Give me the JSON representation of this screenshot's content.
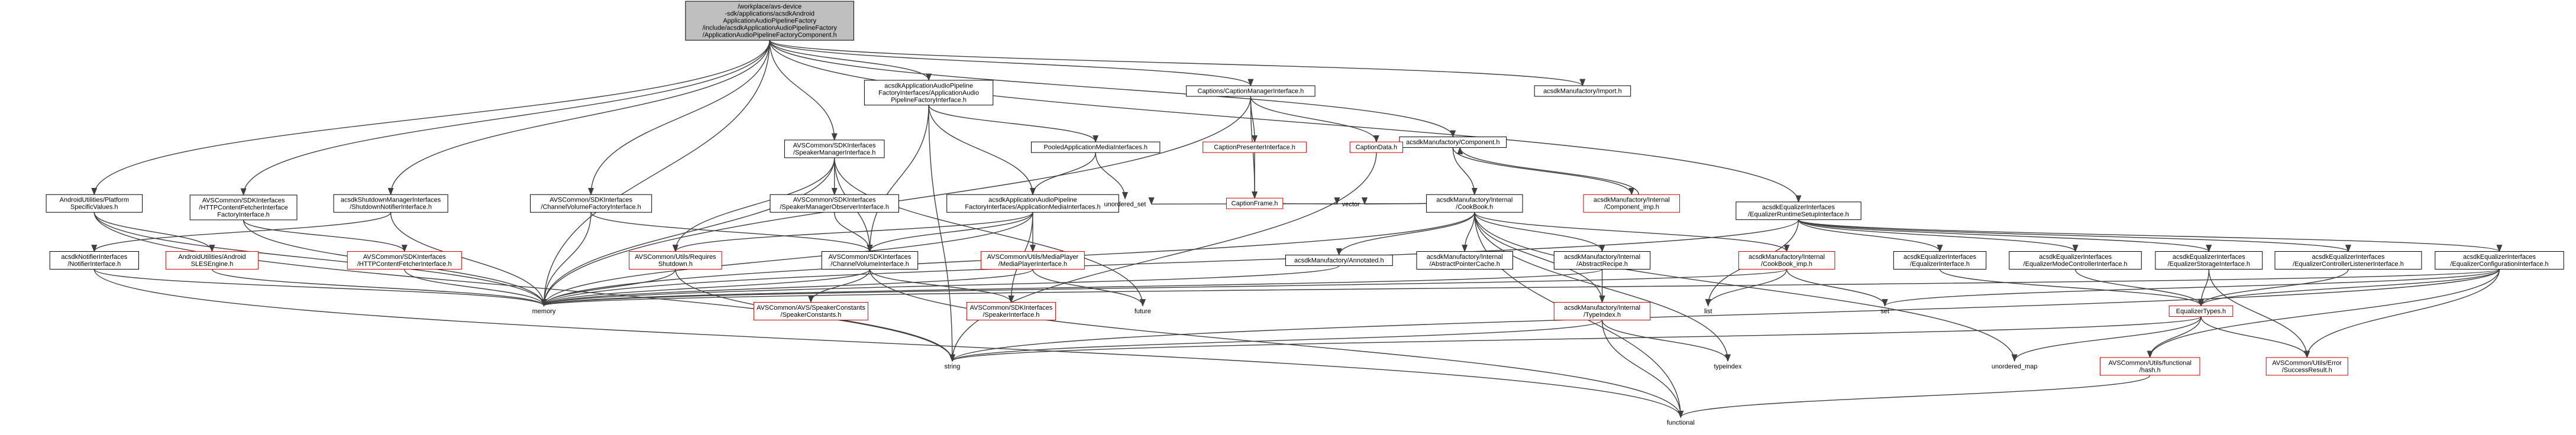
{
  "colors": {
    "edge": "#404040",
    "root_fill": "#bfbfbf",
    "red_border": "#cc0000",
    "black_border": "#000000"
  },
  "nodes": [
    {
      "id": "root",
      "kind": "root",
      "lines": [
        "/workplace/avs-device",
        "-sdk/applications/acsdkAndroid",
        "ApplicationAudioPipelineFactory",
        "/include/acsdkApplicationAudioPipelineFactory",
        "/ApplicationAudioPipelineFactoryComponent.h"
      ]
    },
    {
      "id": "pipeline",
      "kind": "plain",
      "lines": [
        "acsdkApplicationAudioPipeline",
        "FactoryInterfaces/ApplicationAudio",
        "PipelineFactoryInterface.h"
      ]
    },
    {
      "id": "caption_manager",
      "kind": "plain",
      "lines": [
        "Captions/CaptionManagerInterface.h"
      ]
    },
    {
      "id": "import",
      "kind": "plain",
      "lines": [
        "acsdkManufactory/Import.h"
      ]
    },
    {
      "id": "component",
      "kind": "plain",
      "lines": [
        "acsdkManufactory/Component.h"
      ]
    },
    {
      "id": "eq_runtime",
      "kind": "plain",
      "lines": [
        "acsdkEqualizerInterfaces",
        "/EqualizerRuntimeSetupInterface.h"
      ]
    },
    {
      "id": "platform",
      "kind": "plain",
      "lines": [
        "AndroidUtilities/Platform",
        "SpecificValues.h"
      ]
    },
    {
      "id": "http_factory",
      "kind": "plain",
      "lines": [
        "AVSCommon/SDKInterfaces",
        "/HTTPContentFetcherInterface",
        "FactoryInterface.h"
      ]
    },
    {
      "id": "shutdown_mgr",
      "kind": "plain",
      "lines": [
        "acsdkShutdownManagerInterfaces",
        "/ShutdownNotifierInterface.h"
      ]
    },
    {
      "id": "channel_factory",
      "kind": "plain",
      "lines": [
        "AVSCommon/SDKInterfaces",
        "/ChannelVolumeFactoryInterface.h"
      ]
    },
    {
      "id": "speaker_mgr",
      "kind": "plain",
      "lines": [
        "AVSCommon/SDKInterfaces",
        "/SpeakerManagerInterface.h"
      ]
    },
    {
      "id": "speaker_observer",
      "kind": "plain",
      "lines": [
        "AVSCommon/SDKInterfaces",
        "/SpeakerManagerObserverInterface.h"
      ]
    },
    {
      "id": "pooled",
      "kind": "plain",
      "lines": [
        "PooledApplicationMediaInterfaces.h"
      ]
    },
    {
      "id": "app_media",
      "kind": "plain",
      "lines": [
        "acsdkApplicationAudioPipeline",
        "FactoryInterfaces/ApplicationMediaInterfaces.h"
      ]
    },
    {
      "id": "caption_presenter",
      "kind": "red",
      "lines": [
        "CaptionPresenterInterface.h"
      ]
    },
    {
      "id": "caption_data",
      "kind": "red",
      "lines": [
        "CaptionData.h"
      ]
    },
    {
      "id": "caption_frame",
      "kind": "red",
      "lines": [
        "CaptionFrame.h"
      ]
    },
    {
      "id": "cookbook",
      "kind": "plain",
      "lines": [
        "acsdkManufactory/Internal",
        "/CookBook.h"
      ]
    },
    {
      "id": "component_imp",
      "kind": "red",
      "lines": [
        "acsdkManufactory/Internal",
        "/Component_imp.h"
      ]
    },
    {
      "id": "notifier",
      "kind": "plain",
      "lines": [
        "acsdkNotifierInterfaces",
        "/NotifierInterface.h"
      ]
    },
    {
      "id": "sles",
      "kind": "red",
      "lines": [
        "AndroidUtilities/Android",
        "SLESEngine.h"
      ]
    },
    {
      "id": "http_fetcher",
      "kind": "red",
      "lines": [
        "AVSCommon/SDKInterfaces",
        "/HTTPContentFetcherInterface.h"
      ]
    },
    {
      "id": "requires_shutdown",
      "kind": "red",
      "lines": [
        "AVSCommon/Utils/Requires",
        "Shutdown.h"
      ]
    },
    {
      "id": "channel_volume",
      "kind": "plain",
      "lines": [
        "AVSCommon/SDKInterfaces",
        "/ChannelVolumeInterface.h"
      ]
    },
    {
      "id": "media_player",
      "kind": "red",
      "lines": [
        "AVSCommon/Utils/MediaPlayer",
        "/MediaPlayerInterface.h"
      ]
    },
    {
      "id": "unordered_set",
      "kind": "bare",
      "lines": [
        "unordered_set"
      ]
    },
    {
      "id": "vector",
      "kind": "bare",
      "lines": [
        "vector"
      ]
    },
    {
      "id": "annotated",
      "kind": "plain",
      "lines": [
        "acsdkManufactory/Annotated.h"
      ]
    },
    {
      "id": "abstract_pointer_cache",
      "kind": "plain",
      "lines": [
        "acsdkManufactory/Internal",
        "/AbstractPointerCache.h"
      ]
    },
    {
      "id": "abstract_recipe",
      "kind": "plain",
      "lines": [
        "acsdkManufactory/Internal",
        "/AbstractRecipe.h"
      ]
    },
    {
      "id": "cookbook_imp",
      "kind": "red",
      "lines": [
        "acsdkManufactory/Internal",
        "/CookBook_imp.h"
      ]
    },
    {
      "id": "eq_interface",
      "kind": "plain",
      "lines": [
        "acsdkEqualizerInterfaces",
        "/EqualizerInterface.h"
      ]
    },
    {
      "id": "eq_mode",
      "kind": "plain",
      "lines": [
        "acsdkEqualizerInterfaces",
        "/EqualizerModeControllerInterface.h"
      ]
    },
    {
      "id": "eq_storage",
      "kind": "plain",
      "lines": [
        "acsdkEqualizerInterfaces",
        "/EqualizerStorageInterface.h"
      ]
    },
    {
      "id": "eq_listener",
      "kind": "plain",
      "lines": [
        "acsdkEqualizerInterfaces",
        "/EqualizerControllerListenerInterface.h"
      ]
    },
    {
      "id": "eq_config",
      "kind": "plain",
      "lines": [
        "acsdkEqualizerInterfaces",
        "/EqualizerConfigurationInterface.h"
      ]
    },
    {
      "id": "memory",
      "kind": "bare",
      "lines": [
        "memory"
      ]
    },
    {
      "id": "speaker_constants",
      "kind": "red",
      "lines": [
        "AVSCommon/AVS/SpeakerConstants",
        "/SpeakerConstants.h"
      ]
    },
    {
      "id": "speaker_interface",
      "kind": "red",
      "lines": [
        "AVSCommon/SDKInterfaces",
        "/SpeakerInterface.h"
      ]
    },
    {
      "id": "future",
      "kind": "bare",
      "lines": [
        "future"
      ]
    },
    {
      "id": "type_index",
      "kind": "red",
      "lines": [
        "acsdkManufactory/Internal",
        "/TypeIndex.h"
      ]
    },
    {
      "id": "list",
      "kind": "bare",
      "lines": [
        "list"
      ]
    },
    {
      "id": "set",
      "kind": "bare",
      "lines": [
        "set"
      ]
    },
    {
      "id": "eq_types",
      "kind": "red",
      "lines": [
        "EqualizerTypes.h"
      ]
    },
    {
      "id": "string",
      "kind": "bare",
      "lines": [
        "string"
      ]
    },
    {
      "id": "typeindex",
      "kind": "bare",
      "lines": [
        "typeindex"
      ]
    },
    {
      "id": "unordered_map",
      "kind": "bare",
      "lines": [
        "unordered_map"
      ]
    },
    {
      "id": "functional_hash",
      "kind": "red",
      "lines": [
        "AVSCommon/Utils/functional",
        "/hash.h"
      ]
    },
    {
      "id": "success_result",
      "kind": "red",
      "lines": [
        "AVSCommon/Utils/Error",
        "/SuccessResult.h"
      ]
    },
    {
      "id": "functional",
      "kind": "bare",
      "lines": [
        "functional"
      ]
    }
  ],
  "edges": [
    [
      "root",
      "pipeline"
    ],
    [
      "root",
      "caption_manager"
    ],
    [
      "root",
      "import"
    ],
    [
      "root",
      "component"
    ],
    [
      "root",
      "eq_runtime"
    ],
    [
      "root",
      "platform"
    ],
    [
      "root",
      "http_factory"
    ],
    [
      "root",
      "shutdown_mgr"
    ],
    [
      "root",
      "channel_factory"
    ],
    [
      "root",
      "speaker_mgr"
    ],
    [
      "root",
      "memory"
    ],
    [
      "pipeline",
      "app_media"
    ],
    [
      "pipeline",
      "pooled"
    ],
    [
      "pipeline",
      "channel_volume"
    ],
    [
      "pipeline",
      "string"
    ],
    [
      "caption_manager",
      "caption_presenter"
    ],
    [
      "caption_manager",
      "caption_data"
    ],
    [
      "caption_manager",
      "caption_frame"
    ],
    [
      "caption_manager",
      "memory"
    ],
    [
      "caption_presenter",
      "caption_frame"
    ],
    [
      "caption_data",
      "string"
    ],
    [
      "caption_frame",
      "vector"
    ],
    [
      "component",
      "cookbook"
    ],
    [
      "component",
      "component_imp"
    ],
    [
      "component_imp",
      "component"
    ],
    [
      "eq_runtime",
      "eq_interface"
    ],
    [
      "eq_runtime",
      "eq_mode"
    ],
    [
      "eq_runtime",
      "eq_storage"
    ],
    [
      "eq_runtime",
      "eq_listener"
    ],
    [
      "eq_runtime",
      "eq_config"
    ],
    [
      "eq_runtime",
      "list"
    ],
    [
      "eq_runtime",
      "memory"
    ],
    [
      "platform",
      "sles"
    ],
    [
      "platform",
      "memory"
    ],
    [
      "platform",
      "string"
    ],
    [
      "http_factory",
      "http_fetcher"
    ],
    [
      "http_factory",
      "memory"
    ],
    [
      "shutdown_mgr",
      "notifier"
    ],
    [
      "shutdown_mgr",
      "memory"
    ],
    [
      "channel_factory",
      "channel_volume"
    ],
    [
      "channel_factory",
      "memory"
    ],
    [
      "speaker_mgr",
      "speaker_observer"
    ],
    [
      "speaker_mgr",
      "channel_volume"
    ],
    [
      "speaker_mgr",
      "requires_shutdown"
    ],
    [
      "speaker_mgr",
      "future"
    ],
    [
      "speaker_mgr",
      "memory"
    ],
    [
      "speaker_observer",
      "channel_volume"
    ],
    [
      "pooled",
      "app_media"
    ],
    [
      "pooled",
      "unordered_set"
    ],
    [
      "app_media",
      "media_player"
    ],
    [
      "app_media",
      "requires_shutdown"
    ],
    [
      "app_media",
      "channel_volume"
    ],
    [
      "app_media",
      "speaker_interface"
    ],
    [
      "app_media",
      "memory"
    ],
    [
      "cookbook",
      "annotated"
    ],
    [
      "cookbook",
      "abstract_pointer_cache"
    ],
    [
      "cookbook",
      "abstract_recipe"
    ],
    [
      "cookbook",
      "cookbook_imp"
    ],
    [
      "cookbook",
      "type_index"
    ],
    [
      "cookbook",
      "unordered_set"
    ],
    [
      "cookbook",
      "vector"
    ],
    [
      "cookbook",
      "functional"
    ],
    [
      "cookbook",
      "memory"
    ],
    [
      "cookbook",
      "typeindex"
    ],
    [
      "cookbook",
      "unordered_map"
    ],
    [
      "abstract_recipe",
      "type_index"
    ],
    [
      "abstract_recipe",
      "memory"
    ],
    [
      "cookbook_imp",
      "list"
    ],
    [
      "cookbook_imp",
      "set"
    ],
    [
      "cookbook_imp",
      "memory"
    ],
    [
      "annotated",
      "memory"
    ],
    [
      "notifier",
      "memory"
    ],
    [
      "notifier",
      "functional"
    ],
    [
      "sles",
      "memory"
    ],
    [
      "http_fetcher",
      "memory"
    ],
    [
      "requires_shutdown",
      "memory"
    ],
    [
      "requires_shutdown",
      "string"
    ],
    [
      "channel_volume",
      "speaker_constants"
    ],
    [
      "channel_volume",
      "speaker_interface"
    ],
    [
      "channel_volume",
      "memory"
    ],
    [
      "channel_volume",
      "functional"
    ],
    [
      "media_player",
      "future"
    ],
    [
      "media_player",
      "memory"
    ],
    [
      "type_index",
      "string"
    ],
    [
      "type_index",
      "functional"
    ],
    [
      "type_index",
      "typeindex"
    ],
    [
      "eq_interface",
      "eq_types"
    ],
    [
      "eq_mode",
      "eq_types"
    ],
    [
      "eq_storage",
      "eq_types"
    ],
    [
      "eq_storage",
      "success_result"
    ],
    [
      "eq_listener",
      "eq_types"
    ],
    [
      "eq_config",
      "eq_types"
    ],
    [
      "eq_config",
      "success_result"
    ],
    [
      "eq_config",
      "set"
    ],
    [
      "eq_config",
      "string"
    ],
    [
      "eq_config",
      "memory"
    ],
    [
      "eq_config",
      "functional_hash"
    ],
    [
      "eq_types",
      "functional_hash"
    ],
    [
      "eq_types",
      "success_result"
    ],
    [
      "eq_types",
      "unordered_map"
    ],
    [
      "eq_types",
      "string"
    ],
    [
      "functional_hash",
      "functional"
    ]
  ]
}
